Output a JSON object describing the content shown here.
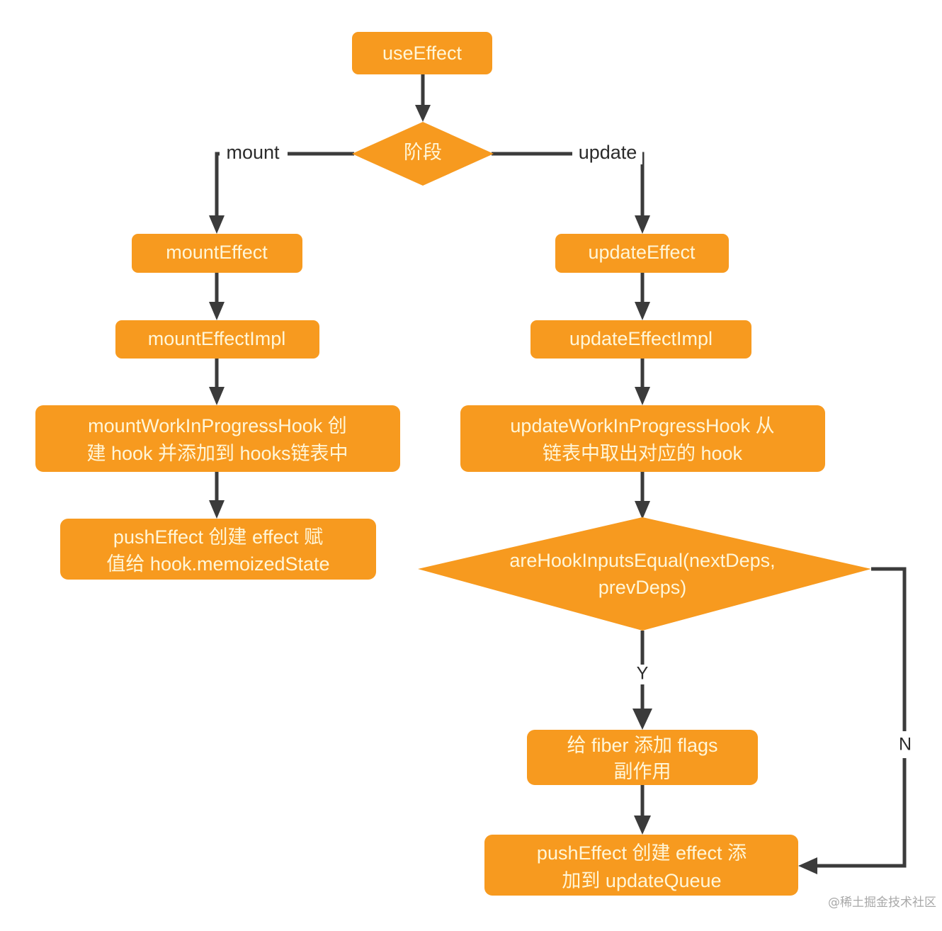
{
  "diagram": {
    "title": "useEffect flow",
    "colors": {
      "node_fill": "#F79A1F",
      "node_text": "#FFF6D8",
      "edge": "#3B3B3B",
      "background": "#FFFFFF",
      "watermark": "#A8A8A8"
    },
    "nodes": {
      "use_effect": {
        "label": "useEffect",
        "shape": "rounded-rect"
      },
      "phase": {
        "label": "阶段",
        "shape": "diamond"
      },
      "mount_effect": {
        "label": "mountEffect",
        "shape": "rounded-rect"
      },
      "mount_effect_impl": {
        "label": "mountEffectImpl",
        "shape": "rounded-rect"
      },
      "mount_wip_hook": {
        "line1": "mountWorkInProgressHook 创",
        "line2": "建 hook 并添加到 hooks链表中",
        "shape": "rounded-rect"
      },
      "mount_push_effect": {
        "line1": "pushEffect 创建 effect 赋",
        "line2": "值给 hook.memoizedState",
        "shape": "rounded-rect"
      },
      "update_effect": {
        "label": "updateEffect",
        "shape": "rounded-rect"
      },
      "update_effect_impl": {
        "label": "updateEffectImpl",
        "shape": "rounded-rect"
      },
      "update_wip_hook": {
        "line1": "updateWorkInProgressHook 从",
        "line2": "链表中取出对应的 hook",
        "shape": "rounded-rect"
      },
      "are_hook_inputs_equal": {
        "line1": "areHookInputsEqual(nextDeps,",
        "line2": "prevDeps)",
        "shape": "diamond"
      },
      "add_flags": {
        "line1": "给 fiber 添加 flags",
        "line2": "副作用",
        "shape": "rounded-rect"
      },
      "update_push_effect": {
        "line1": "pushEffect 创建 effect 添",
        "line2": "加到 updateQueue",
        "shape": "rounded-rect"
      }
    },
    "edge_labels": {
      "mount": "mount",
      "update": "update",
      "yes": "Y",
      "no": "N"
    },
    "watermark": "@稀土掘金技术社区"
  }
}
